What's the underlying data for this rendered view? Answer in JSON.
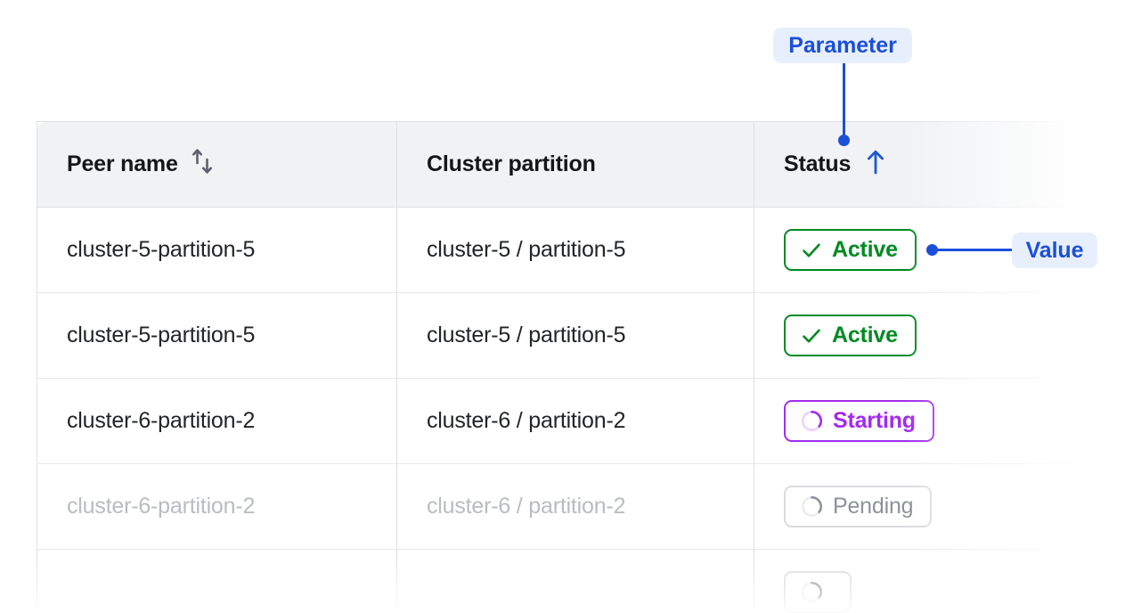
{
  "table": {
    "columns": [
      {
        "label": "Peer name",
        "sort_icon": "sort-updown-icon",
        "sort_state": "none"
      },
      {
        "label": "Cluster partition",
        "sort_icon": null,
        "sort_state": "none"
      },
      {
        "label": "Status",
        "sort_icon": "arrow-up-icon",
        "sort_state": "asc"
      }
    ],
    "rows": [
      {
        "peer_name": "cluster-5-partition-5",
        "cluster_partition": "cluster-5 / partition-5",
        "status": "Active",
        "status_icon": "check-icon",
        "status_variant": "active",
        "muted": false
      },
      {
        "peer_name": "cluster-5-partition-5",
        "cluster_partition": "cluster-5 / partition-5",
        "status": "Active",
        "status_icon": "check-icon",
        "status_variant": "active",
        "muted": false
      },
      {
        "peer_name": "cluster-6-partition-2",
        "cluster_partition": "cluster-6 / partition-2",
        "status": "Starting",
        "status_icon": "spinner-icon",
        "status_variant": "starting",
        "muted": false
      },
      {
        "peer_name": "cluster-6-partition-2",
        "cluster_partition": "cluster-6 / partition-2",
        "status": "Pending",
        "status_icon": "spinner-icon",
        "status_variant": "pending",
        "muted": true
      },
      {
        "peer_name": "",
        "cluster_partition": "",
        "status": "",
        "status_icon": "spinner-icon",
        "status_variant": "pending",
        "muted": true
      }
    ]
  },
  "annotations": {
    "parameter": {
      "label": "Parameter",
      "target": "status-column-header"
    },
    "value": {
      "label": "Value",
      "target": "status-cell-row-1"
    }
  },
  "colors": {
    "annotation_blue": "#1b4fd8",
    "annotation_badge_bg": "#e8effc",
    "header_bg": "#f1f2f4",
    "border": "#dfe0e4",
    "status_active": "#018a23",
    "status_starting": "#a22bf0",
    "status_pending": "#a7abb2",
    "text": "#222428",
    "text_muted": "#b9bcc2"
  }
}
